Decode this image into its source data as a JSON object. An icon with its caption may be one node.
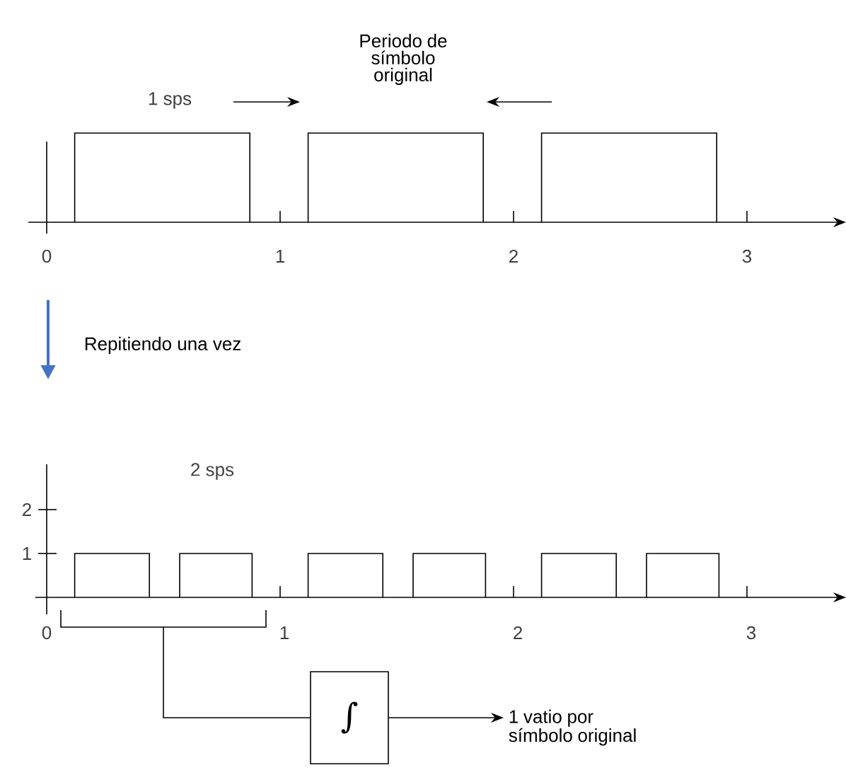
{
  "diagram": {
    "nodes": [
      {
        "text": [
          "Periodo de símbolo original"
        ]
      },
      {
        "text": [],
        "shape": "bar"
      },
      {
        "text": [
          "∫"
        ]
      },
      {
        "text": [
          "1 vatio por símbolo original"
        ]
      }
    ],
    "edges": [
      {
        "from": 1,
        "to": 2,
        "arrow": "none"
      },
      {
        "from": 2,
        "to": 3,
        "arrow": "to"
      }
    ],
    "labels": [
      "1 sps",
      "0",
      "1",
      "2",
      "3",
      "Repitiendo una vez",
      "2 sps",
      "2",
      "1",
      "0",
      "1",
      "2",
      "3"
    ]
  }
}
